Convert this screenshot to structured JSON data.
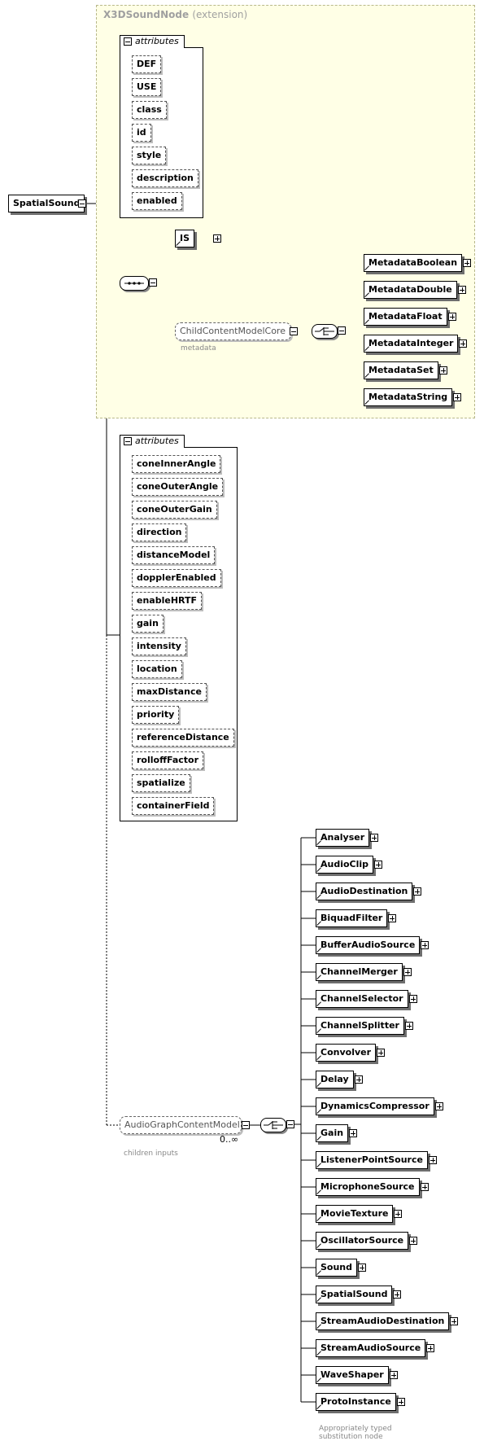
{
  "extension": {
    "title": "X3DSoundNode",
    "subtitle": "(extension)"
  },
  "root": {
    "label": "SpatialSound"
  },
  "inherited_attributes": {
    "header": "attributes",
    "items": [
      "DEF",
      "USE",
      "class",
      "id",
      "style",
      "description",
      "enabled"
    ]
  },
  "is_element": {
    "label": "IS"
  },
  "child_content": {
    "label": "ChildContentModelCore",
    "caption": "metadata",
    "choices": [
      "MetadataBoolean",
      "MetadataDouble",
      "MetadataFloat",
      "MetadataInteger",
      "MetadataSet",
      "MetadataString"
    ]
  },
  "own_attributes": {
    "header": "attributes",
    "items": [
      "coneInnerAngle",
      "coneOuterAngle",
      "coneOuterGain",
      "direction",
      "distanceModel",
      "dopplerEnabled",
      "enableHRTF",
      "gain",
      "intensity",
      "location",
      "maxDistance",
      "priority",
      "referenceDistance",
      "rolloffFactor",
      "spatialize",
      "containerField"
    ]
  },
  "audio_graph": {
    "label": "AudioGraphContentModel",
    "occurrence": "0..∞",
    "caption": "children inputs",
    "choices": [
      "Analyser",
      "AudioClip",
      "AudioDestination",
      "BiquadFilter",
      "BufferAudioSource",
      "ChannelMerger",
      "ChannelSelector",
      "ChannelSplitter",
      "Convolver",
      "Delay",
      "DynamicsCompressor",
      "Gain",
      "ListenerPointSource",
      "MicrophoneSource",
      "MovieTexture",
      "OscillatorSource",
      "Sound",
      "SpatialSound",
      "StreamAudioDestination",
      "StreamAudioSource",
      "WaveShaper",
      "ProtoInstance"
    ],
    "last_caption_line1": "Appropriately typed",
    "last_caption_line2": "substitution node"
  }
}
